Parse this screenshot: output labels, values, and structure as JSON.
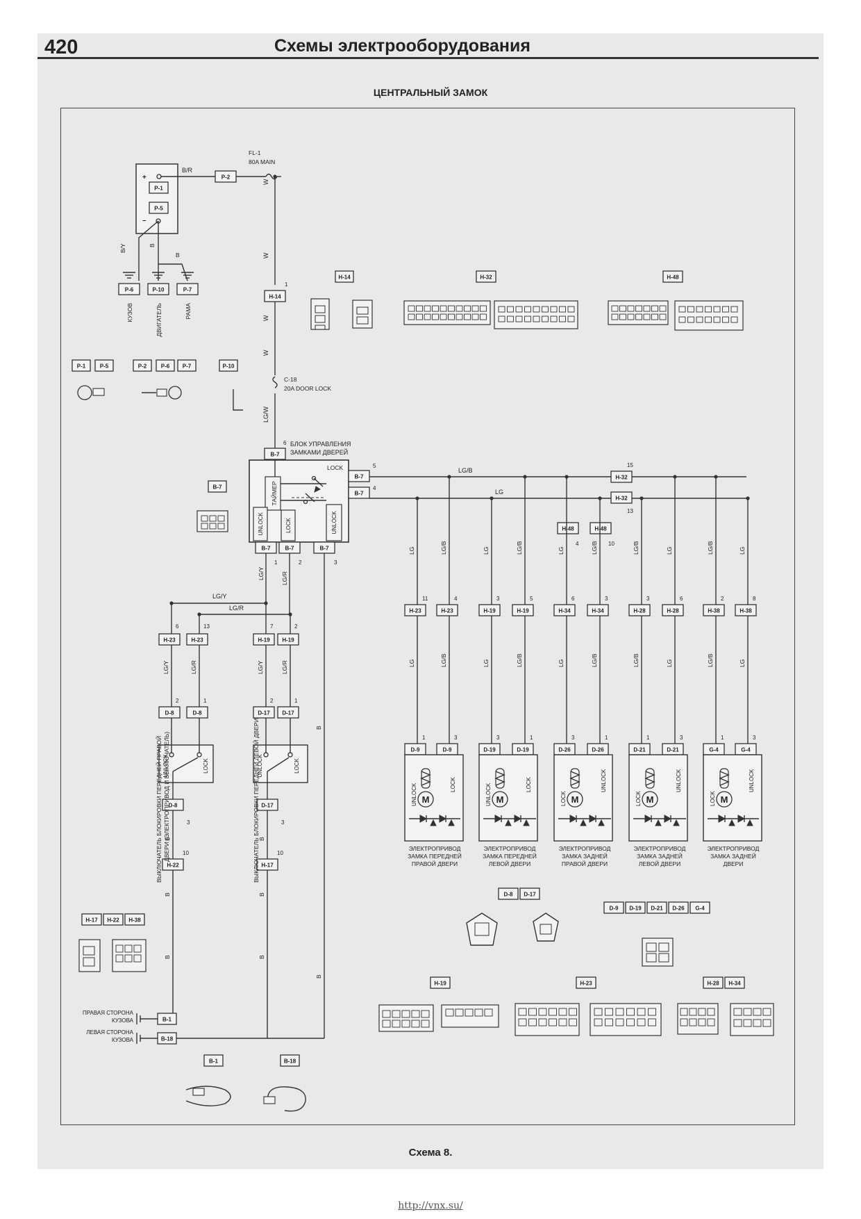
{
  "header": {
    "page_number": "420",
    "title": "Схемы электрооборудования"
  },
  "diagram_title": "ЦЕНТРАЛЬНЫЙ ЗАМОК",
  "footer_caption": "Схема 8.",
  "source_url": "http://vnx.su/",
  "colors": {
    "wire": "#333333",
    "sheet": "#e9e9e9",
    "box_fill": "#f3f3f3"
  },
  "battery": {
    "plus": "+",
    "minus": "–",
    "box_labels": [
      "P-1",
      "P-5"
    ]
  },
  "ground_connectors": [
    {
      "id": "P-6",
      "label": "КУЗОВ",
      "wire": "B/Y"
    },
    {
      "id": "P-10",
      "label": "ДВИГАТЕЛЬ",
      "wire": "B"
    },
    {
      "id": "P-7",
      "label": "РАМА",
      "wire": "B"
    }
  ],
  "main_feed": {
    "connector": "P-2",
    "wire_from_battery": "B/R",
    "fuse_name": "FL-1",
    "fuse_rating": "80A MAIN",
    "wire_down": "W",
    "junction": "H-14",
    "junction_pin": "1",
    "fuse2_name": "C-18",
    "fuse2_rating": "20A DOOR LOCK",
    "wire_to_ecu": "LG/W"
  },
  "connector_views_top": {
    "h14": "H-14",
    "h32": "H-32",
    "h48": "H-48",
    "terminals": [
      "P-1",
      "P-5",
      "P-2",
      "P-6",
      "P-7",
      "P-10"
    ]
  },
  "ecu": {
    "title_line1": "БЛОК УПРАВЛЕНИЯ",
    "title_line2": "ЗАМКАМИ ДВЕРЕЙ",
    "timer": "ТАЙМЕР",
    "lock": "LOCK",
    "unlock": "UNLOCK",
    "connector": "B-7",
    "pin_in": "6",
    "pin_lock_out": "5",
    "pin_unlock_out": "4",
    "pin1": "1",
    "pin2": "2",
    "pin3": "3",
    "wire_lgy": "LG/Y",
    "wire_lgr": "LG/R",
    "wire_b": "B",
    "view_label": "B-7"
  },
  "bus": {
    "wire_lgb": "LG/B",
    "wire_lg": "LG",
    "h32": "H-32",
    "h32_pin_top": "15",
    "h32_pin_bottom": "13",
    "h48": "H-48",
    "h48_pin_a": "4",
    "h48_pin_b": "10"
  },
  "actuators": [
    {
      "desc": [
        "ЭЛЕКТРОПРИВОД",
        "ЗАМКА ПЕРЕДНЕЙ",
        "ПРАВОЙ ДВЕРИ"
      ],
      "upper": [
        "H-23",
        "H-23"
      ],
      "upper_pins": [
        "11",
        "4"
      ],
      "lower": [
        "D-9",
        "D-9"
      ],
      "lower_pins": [
        "1",
        "3"
      ],
      "wires": [
        "LG",
        "LG/B"
      ],
      "sw": [
        "UNLOCK",
        "LOCK"
      ]
    },
    {
      "desc": [
        "ЭЛЕКТРОПРИВОД",
        "ЗАМКА ПЕРЕДНЕЙ",
        "ЛЕВОЙ ДВЕРИ"
      ],
      "upper": [
        "H-19",
        "H-19"
      ],
      "upper_pins": [
        "3",
        "5"
      ],
      "lower": [
        "D-19",
        "D-19"
      ],
      "lower_pins": [
        "3",
        "1"
      ],
      "wires": [
        "LG",
        "LG/B"
      ],
      "sw": [
        "UNLOCK",
        "LOCK"
      ]
    },
    {
      "desc": [
        "ЭЛЕКТРОПРИВОД",
        "ЗАМКА ЗАДНЕЙ",
        "ПРАВОЙ ДВЕРИ"
      ],
      "upper": [
        "H-34",
        "H-34"
      ],
      "upper_pins": [
        "6",
        "3"
      ],
      "lower": [
        "D-26",
        "D-26"
      ],
      "lower_pins": [
        "3",
        "1"
      ],
      "wires": [
        "LG",
        "LG/B"
      ],
      "sw": [
        "LOCK",
        "UNLOCK"
      ]
    },
    {
      "desc": [
        "ЭЛЕКТРОПРИВОД",
        "ЗАМКА ЗАДНЕЙ",
        "ЛЕВОЙ ДВЕРИ"
      ],
      "upper": [
        "H-28",
        "H-28"
      ],
      "upper_pins": [
        "3",
        "6"
      ],
      "lower": [
        "D-21",
        "D-21"
      ],
      "lower_pins": [
        "1",
        "3"
      ],
      "wires": [
        "LG/B",
        "LG"
      ],
      "sw": [
        "LOCK",
        "UNLOCK"
      ]
    },
    {
      "desc": [
        "ЭЛЕКТРОПРИВОД",
        "ЗАМКА ЗАДНЕЙ",
        "ДВЕРИ"
      ],
      "upper": [
        "H-38",
        "H-38"
      ],
      "upper_pins": [
        "2",
        "8"
      ],
      "lower": [
        "G-4",
        "G-4"
      ],
      "lower_pins": [
        "1",
        "3"
      ],
      "wires": [
        "LG/B",
        "LG"
      ],
      "sw": [
        "LOCK",
        "UNLOCK"
      ]
    }
  ],
  "motor_symbol": "M",
  "left_switches": [
    {
      "desc1": "ВЫКЛЮЧАТЕЛЬ БЛОКИРОВКИ ПЕРЕДНЕЙ ПРАВОЙ",
      "desc2": "ДВЕРИ (ЭЛЕКТРОПРИВОД И ВЫКЛЮЧАТЕЛЬ)",
      "upper": [
        "H-23",
        "H-23"
      ],
      "upper_pins": [
        "6",
        "13"
      ],
      "mid": [
        "D-8",
        "D-8"
      ],
      "mid_pins": [
        "2",
        "1"
      ],
      "wires": [
        "LG/Y",
        "LG/R"
      ],
      "lower": "D-8",
      "lower_pin": "3",
      "gnd_conn": "H-22",
      "gnd_pin": "10",
      "sw": [
        "UNLOCK",
        "LOCK"
      ]
    },
    {
      "desc1": "ВЫКЛЮЧАТЕЛЬ БЛОКИРОВКИ ПЕРЕДНЕЙ ЛЕВОЙ ДВЕРИ",
      "desc2": "",
      "upper": [
        "H-19",
        "H-19"
      ],
      "upper_pins": [
        "7",
        "2"
      ],
      "mid": [
        "D-17",
        "D-17"
      ],
      "mid_pins": [
        "2",
        "1"
      ],
      "wires": [
        "LG/Y",
        "LG/R"
      ],
      "lower": "D-17",
      "lower_pin": "3",
      "gnd_conn": "H-17",
      "gnd_pin": "10",
      "sw": [
        "UNLOCK",
        "LOCK"
      ]
    }
  ],
  "grounds": [
    {
      "label1": "ПРАВАЯ СТОРОНА",
      "label2": "КУЗОВА",
      "id": "B-1"
    },
    {
      "label1": "ЛЕВАЯ СТОРОНА",
      "label2": "КУЗОВА",
      "id": "B-18"
    }
  ],
  "connector_views_bottom": {
    "h17_group": [
      "H-17",
      "H-22",
      "H-38"
    ],
    "d8_group": [
      "D-8",
      "D-17"
    ],
    "d9_group": [
      "D-9",
      "D-19",
      "D-21",
      "D-26",
      "G-4"
    ],
    "h19": "H-19",
    "h23": "H-23",
    "h28_group": [
      "H-28",
      "H-34"
    ],
    "b1": "B-1",
    "b18": "B-18"
  }
}
